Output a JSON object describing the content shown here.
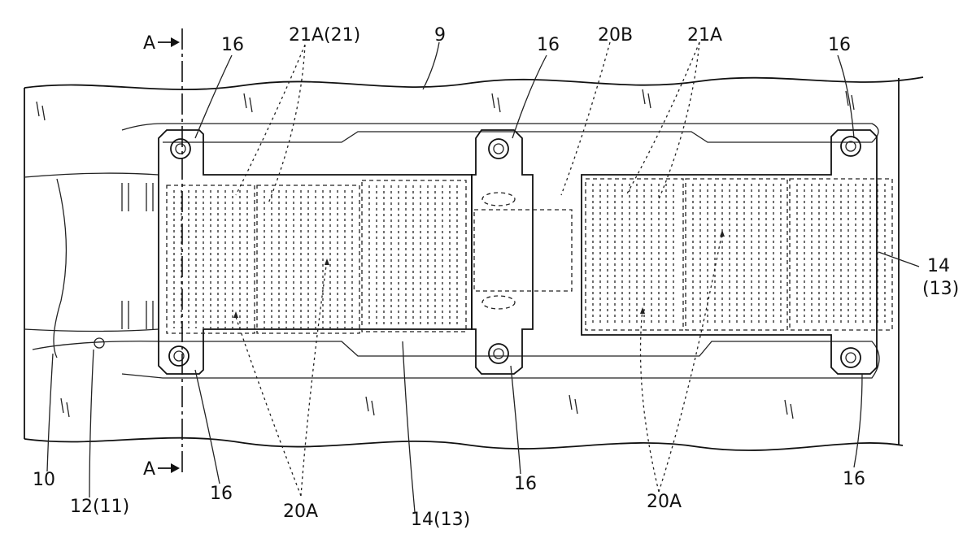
{
  "labels": {
    "section_top": "A",
    "section_bottom": "A",
    "ref_16_top_left": "16",
    "ref_16_top_mid": "16",
    "ref_16_top_right": "16",
    "ref_16_bottom_left": "16",
    "ref_16_bottom_mid": "16",
    "ref_16_bottom_right": "16",
    "ref_21A_21": "21A(21)",
    "ref_9": "9",
    "ref_20B": "20B",
    "ref_21A": "21A",
    "ref_14_right": "14",
    "ref_13_right": "(13)",
    "ref_10": "10",
    "ref_12_11": "12(11)",
    "ref_20A_left": "20A",
    "ref_14_13_bottom": "14(13)",
    "ref_20A_right": "20A"
  }
}
